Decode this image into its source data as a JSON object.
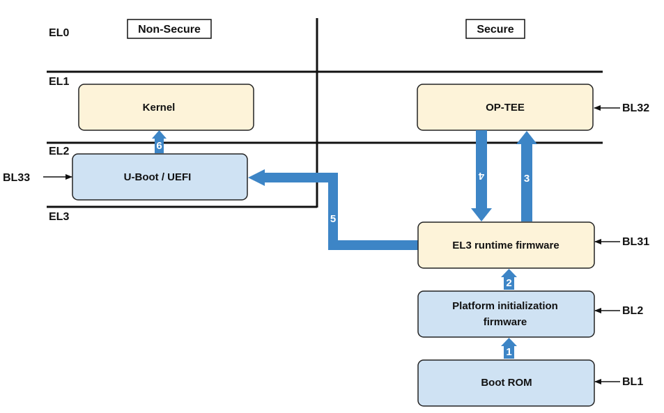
{
  "headers": {
    "non_secure": "Non-Secure",
    "secure": "Secure"
  },
  "levels": {
    "el0": "EL0",
    "el1": "EL1",
    "el2": "EL2",
    "el3": "EL3"
  },
  "boxes": {
    "kernel": "Kernel",
    "uboot": "U-Boot / UEFI",
    "optee": "OP-TEE",
    "el3_runtime": "EL3 runtime firmware",
    "platform_init_line1": "Platform initialization",
    "platform_init_line2": "firmware",
    "boot_rom": "Boot ROM"
  },
  "bl_labels": {
    "bl33": "BL33",
    "bl32": "BL32",
    "bl31": "BL31",
    "bl2": "BL2",
    "bl1": "BL1"
  },
  "steps": {
    "s1": "1",
    "s2": "2",
    "s3": "3",
    "s4": "4",
    "s5": "5",
    "s6": "6"
  },
  "colors": {
    "yellow_box": "#fdf3d9",
    "blue_box": "#cfe2f3",
    "arrow": "#3d85c6",
    "line": "#111111"
  }
}
